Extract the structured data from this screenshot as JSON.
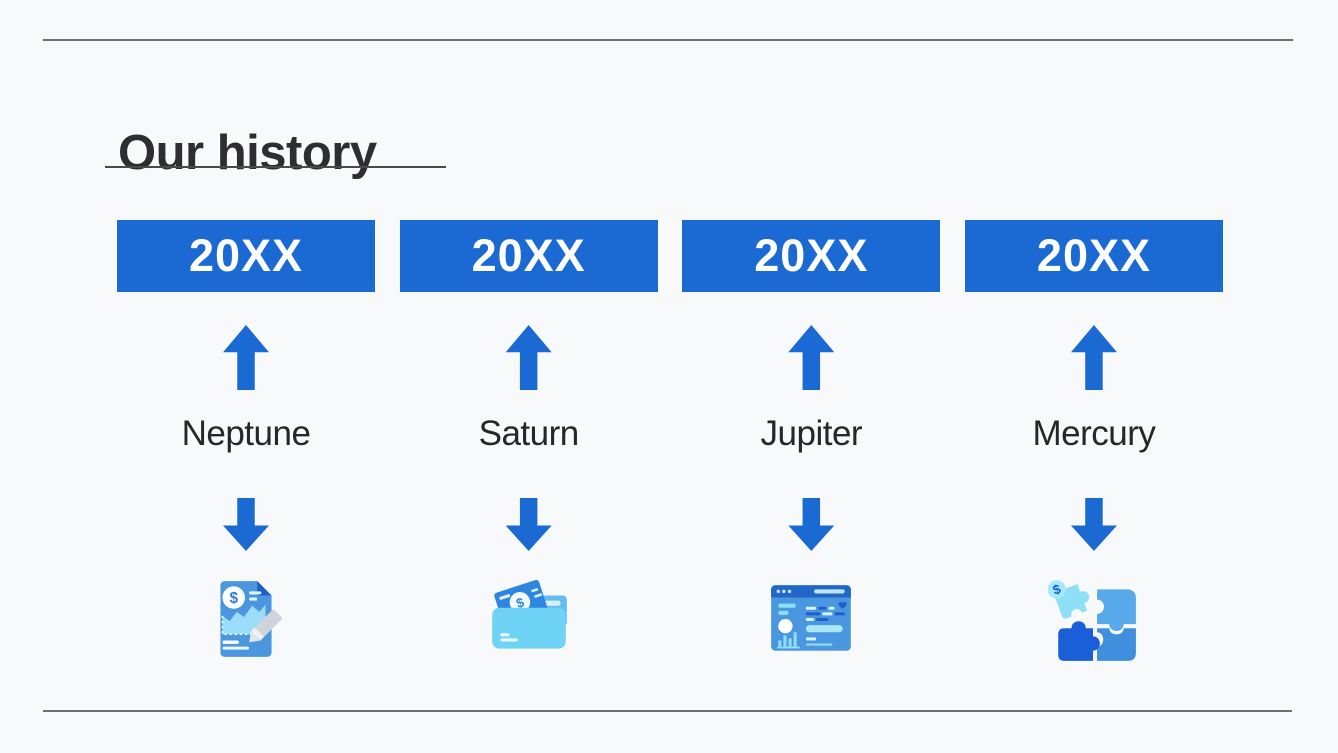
{
  "slide": {
    "title": "Our history",
    "background": "#f8f9fa",
    "accent_blue": "#1b69d2",
    "rule_color": "#6f6f6f",
    "columns": [
      {
        "year": "20XX",
        "label": "Neptune",
        "icon": "invoice-document-icon"
      },
      {
        "year": "20XX",
        "label": "Saturn",
        "icon": "wallet-money-icon"
      },
      {
        "year": "20XX",
        "label": "Jupiter",
        "icon": "browser-dashboard-icon"
      },
      {
        "year": "20XX",
        "label": "Mercury",
        "icon": "puzzle-pieces-icon"
      }
    ]
  },
  "glyphs": {
    "dollar": "$"
  }
}
